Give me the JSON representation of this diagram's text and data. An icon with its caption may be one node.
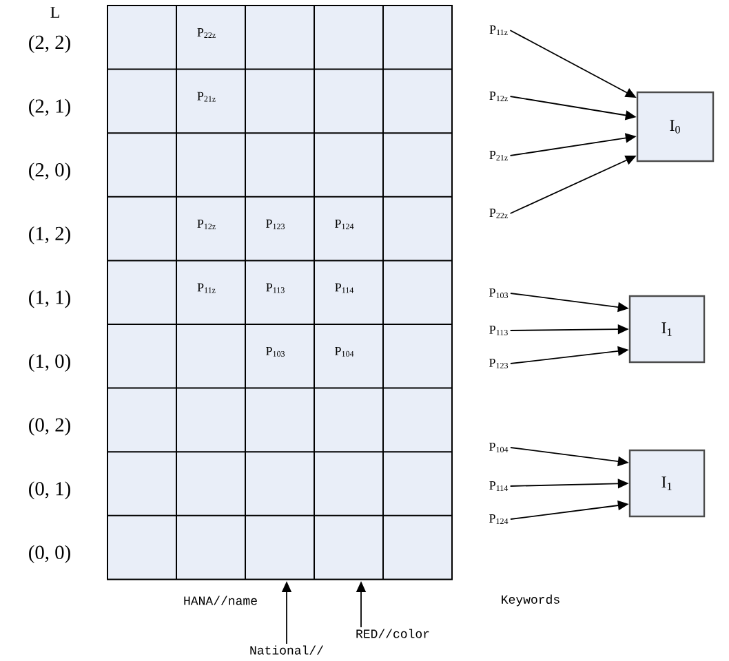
{
  "diagram": {
    "nodes": [
      {
        "text": [
          "P$_{11z}$"
        ]
      },
      {
        "text": [
          "P$_{12z}$"
        ]
      },
      {
        "text": [
          "P$_{21z}$"
        ]
      },
      {
        "text": [
          "P$_{22z}$"
        ]
      },
      {
        "text": [
          "I$_{0}$"
        ]
      },
      {
        "text": [
          "P$_{103}$"
        ]
      },
      {
        "text": [
          "P$_{113}$"
        ]
      },
      {
        "text": [
          "P$_{123}$"
        ]
      },
      {
        "text": [
          "I$_{1}$"
        ]
      },
      {
        "text": [
          "P$_{104}$"
        ]
      },
      {
        "text": [
          "P$_{114}$"
        ]
      },
      {
        "text": [
          "P$_{124}$"
        ]
      },
      {
        "text": [
          "I$_{1}$"
        ]
      },
      {
        "text": [
          "RED//color"
        ]
      },
      {
        "text": [
          "National//"
        ]
      }
    ],
    "edges": [
      {
        "from": 0,
        "to": 4,
        "arrow": "to"
      },
      {
        "from": 1,
        "to": 4,
        "arrow": "to"
      },
      {
        "from": 2,
        "to": 4,
        "arrow": "to"
      },
      {
        "from": 3,
        "to": 4,
        "arrow": "to"
      },
      {
        "from": 5,
        "to": 8,
        "arrow": "to"
      },
      {
        "from": 6,
        "to": 8,
        "arrow": "to"
      },
      {
        "from": 7,
        "to": 8,
        "arrow": "to"
      },
      {
        "from": 9,
        "to": 12,
        "arrow": "to"
      },
      {
        "from": 10,
        "to": 12,
        "arrow": "to"
      },
      {
        "from": 11,
        "to": 12,
        "arrow": "to"
      },
      {
        "from": 13,
        "to": null,
        "arrow": "to"
      },
      {
        "from": 14,
        "to": null,
        "arrow": "to"
      }
    ],
    "labels": [
      "L",
      "(2, 2)",
      "P$_{22z}$",
      "(2, 1)",
      "P$_{21z}$",
      "(2, 0)",
      "(1, 2)",
      "P$_{12z}$",
      "P$_{123}$",
      "P$_{124}$",
      "(1, 1)",
      "P$_{11z}$",
      "P$_{113}$",
      "P$_{114}$",
      "(1, 0)",
      "P$_{103}$",
      "P$_{104}$",
      "(0, 2)",
      "(0, 1)",
      "(0, 0)",
      "HANA//name",
      "Keywords"
    ]
  }
}
